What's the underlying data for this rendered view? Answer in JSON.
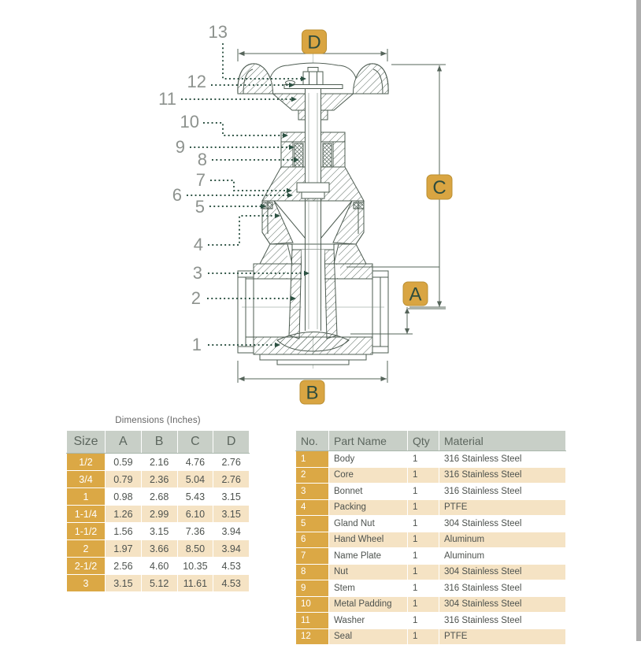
{
  "drawing": {
    "callout_labels": [
      "13",
      "12",
      "11",
      "10",
      "9",
      "8",
      "7",
      "6",
      "5",
      "4",
      "3",
      "2",
      "1"
    ],
    "dim_labels": {
      "d": "D",
      "c": "C",
      "a": "A",
      "b": "B"
    },
    "colors": {
      "gold_accent": "#d9a542",
      "drawing_line": "#4e5c52",
      "leader_green": "#2c5142",
      "callout_gray": "#8d928e",
      "header_bg": "#c8cfc7",
      "row_tan": "#f5e3c4"
    }
  },
  "dimensions_table": {
    "title": "Dimensions (Inches)",
    "headers": [
      "Size",
      "A",
      "B",
      "C",
      "D"
    ],
    "rows": [
      [
        "1/2",
        "0.59",
        "2.16",
        "4.76",
        "2.76"
      ],
      [
        "3/4",
        "0.79",
        "2.36",
        "5.04",
        "2.76"
      ],
      [
        "1",
        "0.98",
        "2.68",
        "5.43",
        "3.15"
      ],
      [
        "1-1/4",
        "1.26",
        "2.99",
        "6.10",
        "3.15"
      ],
      [
        "1-1/2",
        "1.56",
        "3.15",
        "7.36",
        "3.94"
      ],
      [
        "2",
        "1.97",
        "3.66",
        "8.50",
        "3.94"
      ],
      [
        "2-1/2",
        "2.56",
        "4.60",
        "10.35",
        "4.53"
      ],
      [
        "3",
        "3.15",
        "5.12",
        "11.61",
        "4.53"
      ]
    ]
  },
  "parts_table": {
    "headers": [
      "No.",
      "Part Name",
      "Qty",
      "Material"
    ],
    "rows": [
      [
        "1",
        "Body",
        "1",
        "316 Stainless Steel"
      ],
      [
        "2",
        "Core",
        "1",
        "316 Stainless Steel"
      ],
      [
        "3",
        "Bonnet",
        "1",
        "316 Stainless Steel"
      ],
      [
        "4",
        "Packing",
        "1",
        "PTFE"
      ],
      [
        "5",
        "Gland Nut",
        "1",
        "304 Stainless Steel"
      ],
      [
        "6",
        "Hand Wheel",
        "1",
        "Aluminum"
      ],
      [
        "7",
        "Name Plate",
        "1",
        "Aluminum"
      ],
      [
        "8",
        "Nut",
        "1",
        "304 Stainless Steel"
      ],
      [
        "9",
        "Stem",
        "1",
        "316 Stainless Steel"
      ],
      [
        "10",
        "Metal Padding",
        "1",
        "304 Stainless Steel"
      ],
      [
        "11",
        "Washer",
        "1",
        "316 Stainless Steel"
      ],
      [
        "12",
        "Seal",
        "1",
        "PTFE"
      ]
    ]
  }
}
